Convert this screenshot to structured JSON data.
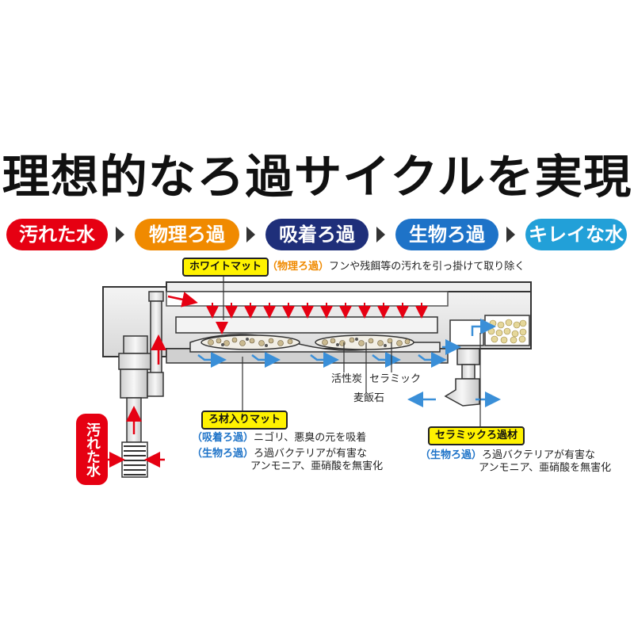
{
  "title": "理想的なろ過サイクルを実現",
  "steps": [
    {
      "label": "汚れた水",
      "color": "#e60012"
    },
    {
      "label": "物理ろ過",
      "color": "#f08a00"
    },
    {
      "label": "吸着ろ過",
      "color": "#1f2f7a"
    },
    {
      "label": "生物ろ過",
      "color": "#1e73c8"
    },
    {
      "label": "キレイな水",
      "color": "#22a0d8"
    }
  ],
  "white_mat": {
    "tag": "ホワイトマット",
    "type": "（物理ろ過）",
    "desc": "フンや残餌等の汚れを引っ掛けて取り除く"
  },
  "media_labels": {
    "activated_carbon": "活性炭",
    "ceramic": "セラミック",
    "bakuhanseki": "麦飯石"
  },
  "media_mat": {
    "tag": "ろ材入りマット",
    "line1_type": "（吸着ろ過）",
    "line1_desc": "ニゴリ、悪臭の元を吸着",
    "line2_type": "（生物ろ過）",
    "line2_desc_a": "ろ過バクテリアが有害な",
    "line2_desc_b": "アンモニア、亜硝酸を無害化"
  },
  "ceramic_media": {
    "tag": "セラミックろ過材",
    "type": "（生物ろ過）",
    "desc_a": "ろ過バクテリアが有害な",
    "desc_b": "アンモニア、亜硝酸を無害化"
  },
  "dirty_water_label": "汚れた水",
  "colors": {
    "red_arrow": "#e60012",
    "blue_flow": "#3a8fd8",
    "tag_yellow": "#fff200"
  }
}
